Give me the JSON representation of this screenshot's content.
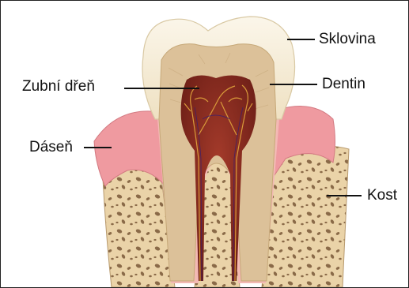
{
  "labels": {
    "enamel": "Sklovina",
    "pulp": "Zubní dřeň",
    "dentin": "Dentin",
    "gum": "Dáseň",
    "bone": "Kost"
  },
  "colors": {
    "enamel": "#f5ecd6",
    "dentin": "#dcc199",
    "pulp": "#8a2a1f",
    "gum": "#ef9aa0",
    "bone": "#ead3a8",
    "bone_holes": "#8a6a48",
    "nerve": "#d89a3a"
  }
}
